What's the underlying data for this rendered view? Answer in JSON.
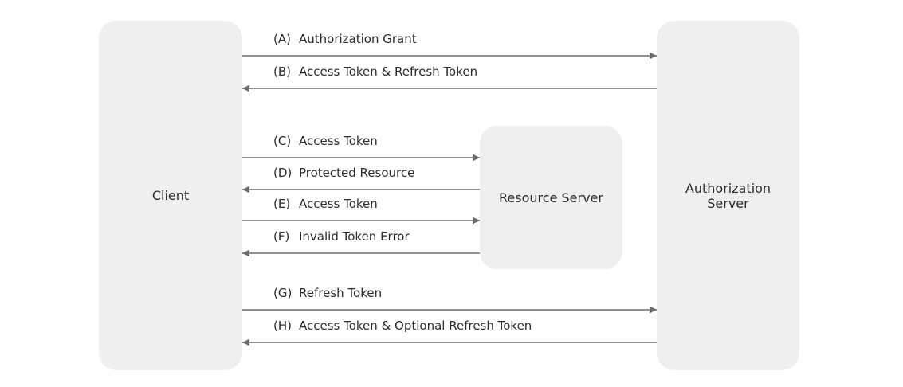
{
  "nodes": {
    "client": "Client",
    "resource_server": "Resource Server",
    "authorization_server_line1": "Authorization",
    "authorization_server_line2": "Server"
  },
  "flows": [
    {
      "letter": "(A)",
      "text": "Authorization Grant",
      "from": "client",
      "to": "authorization_server"
    },
    {
      "letter": "(B)",
      "text": "Access Token & Refresh Token",
      "from": "authorization_server",
      "to": "client"
    },
    {
      "letter": "(C)",
      "text": "Access Token",
      "from": "client",
      "to": "resource_server"
    },
    {
      "letter": "(D)",
      "text": "Protected Resource",
      "from": "resource_server",
      "to": "client"
    },
    {
      "letter": "(E)",
      "text": "Access Token",
      "from": "client",
      "to": "resource_server"
    },
    {
      "letter": "(F)",
      "text": "Invalid Token Error",
      "from": "resource_server",
      "to": "client"
    },
    {
      "letter": "(G)",
      "text": "Refresh Token",
      "from": "client",
      "to": "authorization_server"
    },
    {
      "letter": "(H)",
      "text": "Access Token & Optional Refresh Token",
      "from": "authorization_server",
      "to": "client"
    }
  ],
  "colors": {
    "box_fill": "#efefef",
    "arrow": "#6b6b6b",
    "text": "#2b2b2b"
  }
}
